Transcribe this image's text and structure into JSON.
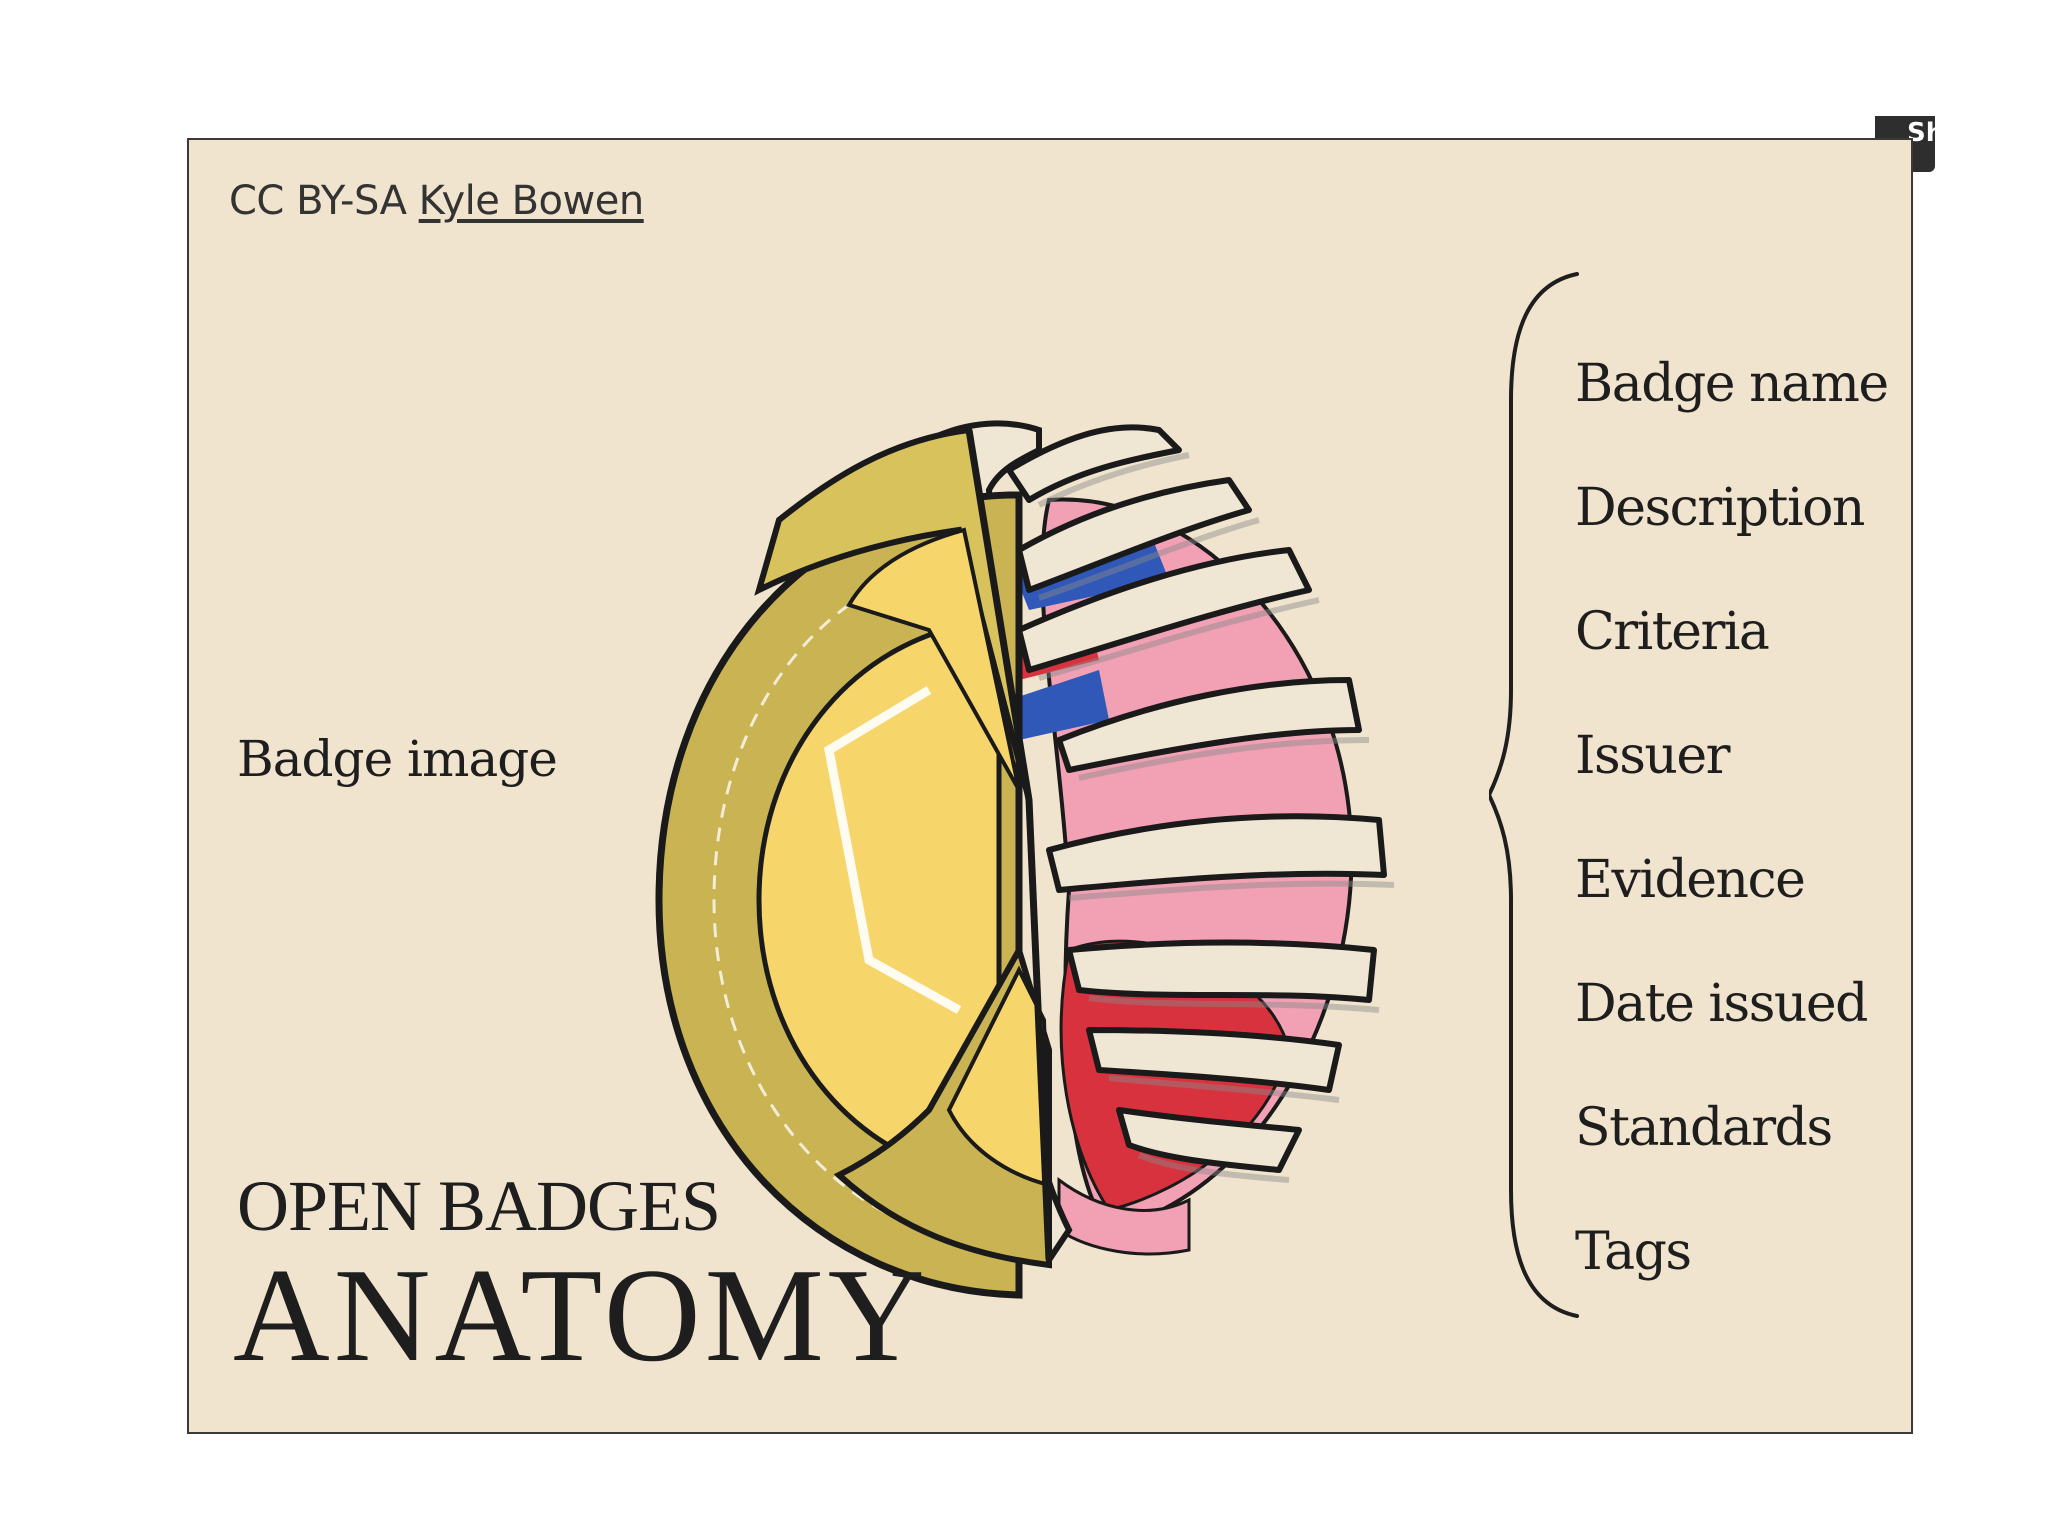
{
  "credit": {
    "license": "CC BY-SA",
    "author": "Kyle Bowen"
  },
  "share_tab": {
    "label": "Sh"
  },
  "diagram": {
    "left_label": "Badge image",
    "fields": [
      "Badge name",
      "Description",
      "Criteria",
      "Issuer",
      "Evidence",
      "Date issued",
      "Standards",
      "Tags"
    ]
  },
  "title": {
    "line1": "OPEN BADGES",
    "line2": "ANATOMY"
  },
  "colors": {
    "background": "#f1e4ce",
    "badge_gold": "#c9b352",
    "badge_yellow": "#f6d66a",
    "ribs": "#efe6d4",
    "organ_pink": "#f2a0b4",
    "organ_red": "#d8323e",
    "vessel_blue": "#2f58b8"
  }
}
